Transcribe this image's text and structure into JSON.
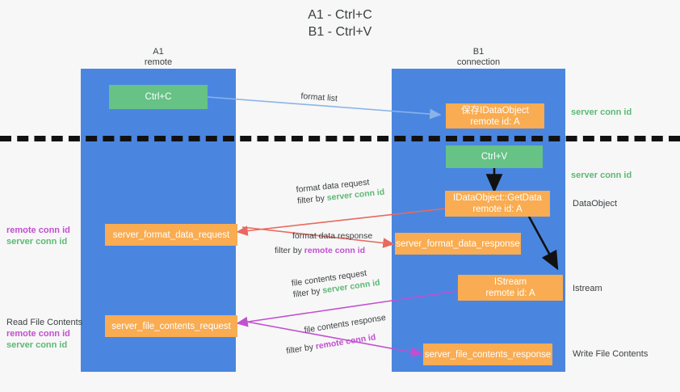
{
  "title": {
    "line1": "A1 - Ctrl+C",
    "line2": "B1 - Ctrl+V"
  },
  "columns": [
    {
      "name": "A1",
      "sub": "remote"
    },
    {
      "name": "B1",
      "sub": "connection"
    }
  ],
  "colors": {
    "lane": "#4a86e0",
    "orange": "#f9ac51",
    "green": "#66c285",
    "server_conn": "#5bb974",
    "remote_conn": "#c24fd0",
    "red_arrow": "#e8695e",
    "purple_arrow": "#c24fd0",
    "blue_arrow": "#8ab4e8",
    "black_arrow": "#111111",
    "background": "#f7f7f7"
  },
  "nodes": {
    "ctrl_c": {
      "label": "Ctrl+C"
    },
    "save_idataobject": {
      "line1": "保存IDataObject",
      "line2": "remote id: A"
    },
    "ctrl_v": {
      "label": "Ctrl+V"
    },
    "getdata": {
      "line1": "IDataObject::GetData",
      "line2": "remote id: A"
    },
    "istream": {
      "line1": "IStream",
      "line2": "remote id: A"
    },
    "server_format_data_request": {
      "label": "server_format_data_request"
    },
    "server_format_data_response": {
      "label": "server_format_data_response"
    },
    "server_file_contents_request": {
      "label": "server_file_contents_request"
    },
    "server_file_contents_response": {
      "label": "server_file_contents_response"
    }
  },
  "right_labels": {
    "server_conn_top": "server conn id",
    "server_conn_mid": "server conn id",
    "dataobject": "DataObject",
    "istream": "Istream",
    "write_file_contents": "Write File Contents"
  },
  "left_labels": {
    "remote_conn_1": "remote conn id",
    "server_conn_1": "server conn id",
    "read_file_contents": "Read File Contents",
    "remote_conn_2": "remote conn id",
    "server_conn_2": "server conn id"
  },
  "edges": [
    {
      "id": "format-list",
      "text": "format list",
      "filter_prefix": "",
      "filter_value": ""
    },
    {
      "id": "format-data-request",
      "text": "format data request",
      "filter_prefix": "filter by ",
      "filter_value": "server conn id",
      "filter_color": "server"
    },
    {
      "id": "format-data-response",
      "text": "format data response",
      "filter_prefix": "filter by ",
      "filter_value": "remote conn id",
      "filter_color": "remote"
    },
    {
      "id": "file-contents-request",
      "text": "file contents request",
      "filter_prefix": "filter by ",
      "filter_value": "server conn id",
      "filter_color": "server"
    },
    {
      "id": "file-contents-response",
      "text": "file contents response",
      "filter_prefix": "filter by ",
      "filter_value": "remote conn id",
      "filter_color": "remote"
    }
  ]
}
